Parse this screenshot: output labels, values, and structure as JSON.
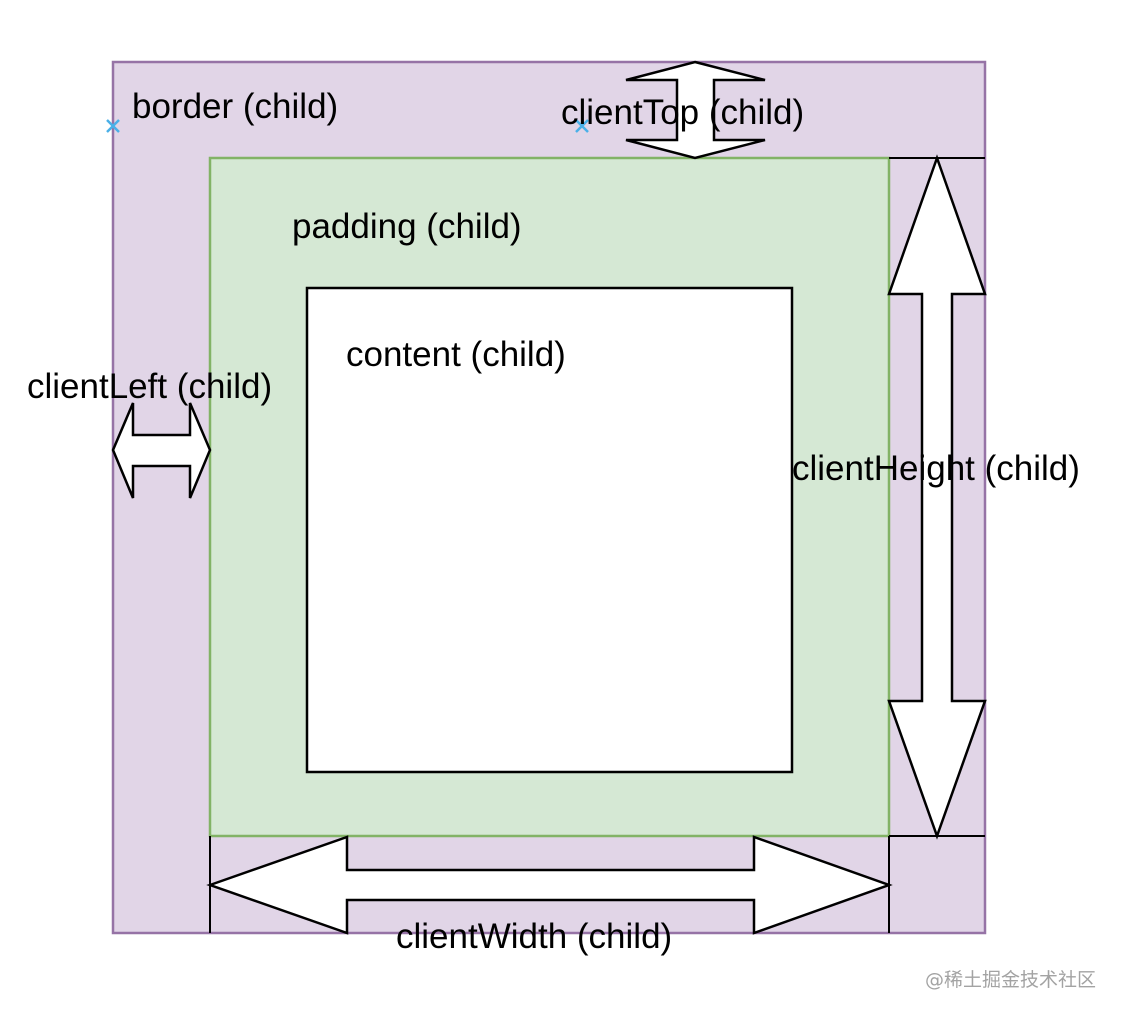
{
  "labels": {
    "border": "border (child)",
    "client_top": "clientTop (child)",
    "padding": "padding (child)",
    "content": "content (child)",
    "client_left": "clientLeft (child)",
    "client_height": "clientHeight (child)",
    "client_width": "clientWidth (child)"
  },
  "watermark": "@稀土掘金技术社区",
  "colors": {
    "border_fill": "#e1d5e7",
    "border_stroke": "#9673a6",
    "padding_fill": "#d5e8d4",
    "padding_stroke": "#82b366",
    "content_fill": "#ffffff",
    "content_stroke": "#000000",
    "arrow_fill": "#ffffff",
    "arrow_stroke": "#000000",
    "marker": "#4ab0e8"
  }
}
